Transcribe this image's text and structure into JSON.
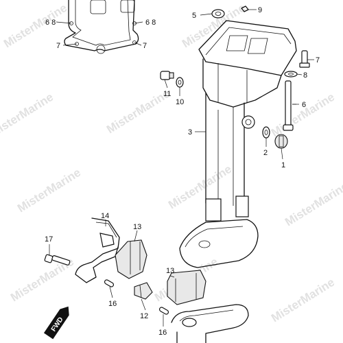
{
  "watermark": {
    "text": "MisterMarine"
  },
  "fwd_badge": {
    "text": "FWD"
  },
  "callouts": [
    {
      "id": "c-68-left",
      "text": "6 8"
    },
    {
      "id": "c-68-right",
      "text": "6 8"
    },
    {
      "id": "c-7-left",
      "text": "7"
    },
    {
      "id": "c-7-right",
      "text": "7"
    },
    {
      "id": "c-5",
      "text": "5"
    },
    {
      "id": "c-9",
      "text": "9"
    },
    {
      "id": "c-7-top",
      "text": "7"
    },
    {
      "id": "c-8",
      "text": "8"
    },
    {
      "id": "c-11",
      "text": "11"
    },
    {
      "id": "c-10",
      "text": "10"
    },
    {
      "id": "c-3",
      "text": "3"
    },
    {
      "id": "c-6",
      "text": "6"
    },
    {
      "id": "c-2",
      "text": "2"
    },
    {
      "id": "c-1",
      "text": "1"
    },
    {
      "id": "c-14",
      "text": "14"
    },
    {
      "id": "c-13a",
      "text": "13"
    },
    {
      "id": "c-17",
      "text": "17"
    },
    {
      "id": "c-16a",
      "text": "16"
    },
    {
      "id": "c-13b",
      "text": "13"
    },
    {
      "id": "c-12",
      "text": "12"
    },
    {
      "id": "c-16b",
      "text": "16"
    }
  ]
}
